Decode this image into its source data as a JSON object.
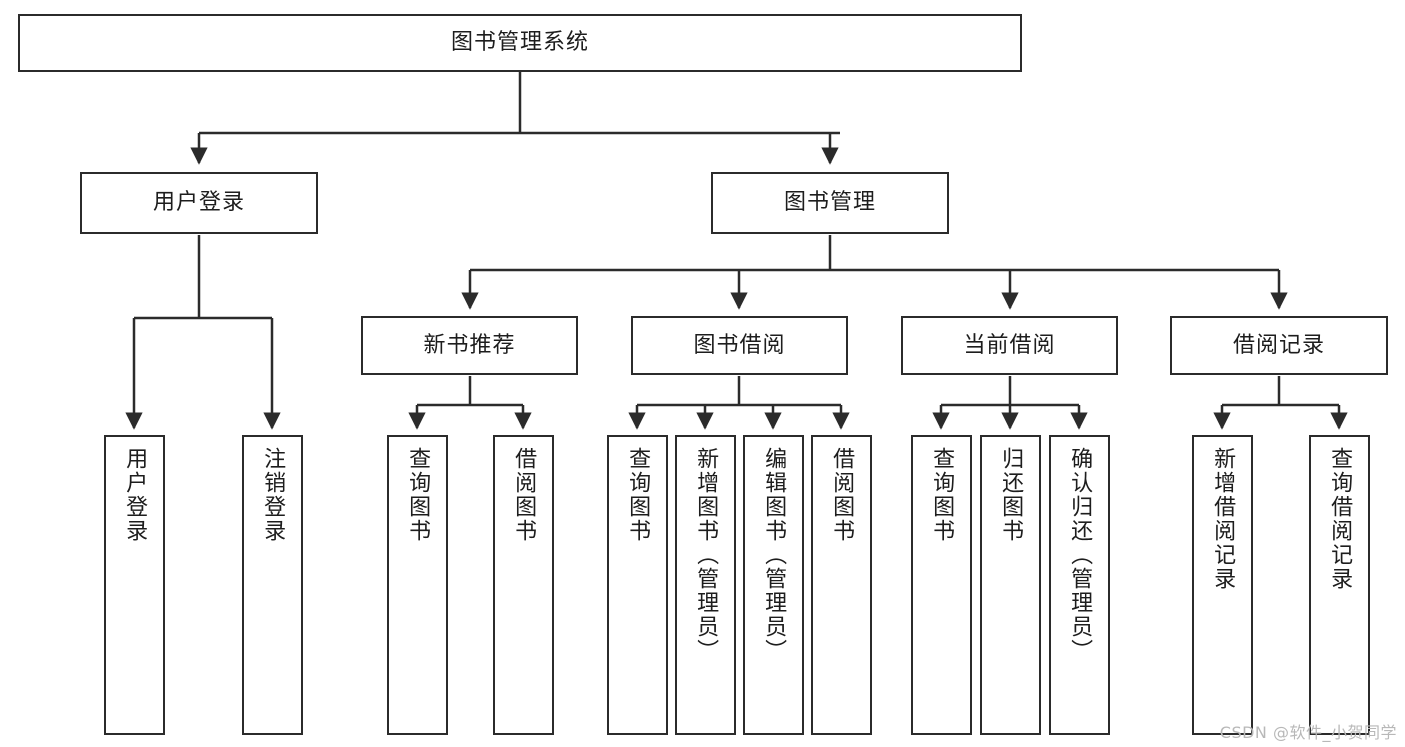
{
  "diagram": {
    "title": "图书管理系统",
    "type": "tree",
    "orientation": "top-down",
    "colors": {
      "box_border": "#2b2b2b",
      "box_fill": "#ffffff",
      "edge": "#2b2b2b",
      "text": "#1d1d1d",
      "watermark": "#b8b8b8",
      "background": "#ffffff"
    },
    "watermark": "CSDN @软件_小贺同学",
    "nodes": {
      "root": {
        "label": "图书管理系统"
      },
      "level2": [
        {
          "label": "用户登录"
        },
        {
          "label": "图书管理"
        }
      ],
      "level3": [
        {
          "label": "新书推荐"
        },
        {
          "label": "图书借阅"
        },
        {
          "label": "当前借阅"
        },
        {
          "label": "借阅记录"
        }
      ],
      "leaves": {
        "user_login": [
          {
            "label": "用户登录"
          },
          {
            "label": "注销登录"
          }
        ],
        "new_book_recommend": [
          {
            "label": "查询图书"
          },
          {
            "label": "借阅图书"
          }
        ],
        "book_borrow": [
          {
            "label": "查询图书"
          },
          {
            "label": "新增图书（管理员）"
          },
          {
            "label": "编辑图书（管理员）"
          },
          {
            "label": "借阅图书"
          }
        ],
        "current_borrow": [
          {
            "label": "查询图书"
          },
          {
            "label": "归还图书"
          },
          {
            "label": "确认归还（管理员）"
          }
        ],
        "borrow_record": [
          {
            "label": "新增借阅记录"
          },
          {
            "label": "查询借阅记录"
          }
        ]
      }
    },
    "edges": [
      {
        "from": "图书管理系统",
        "to": "用户登录"
      },
      {
        "from": "图书管理系统",
        "to": "图书管理"
      },
      {
        "from": "用户登录",
        "to": "用户登录"
      },
      {
        "from": "用户登录",
        "to": "注销登录"
      },
      {
        "from": "图书管理",
        "to": "新书推荐"
      },
      {
        "from": "图书管理",
        "to": "图书借阅"
      },
      {
        "from": "图书管理",
        "to": "当前借阅"
      },
      {
        "from": "图书管理",
        "to": "借阅记录"
      },
      {
        "from": "新书推荐",
        "to": "查询图书"
      },
      {
        "from": "新书推荐",
        "to": "借阅图书"
      },
      {
        "from": "图书借阅",
        "to": "查询图书"
      },
      {
        "from": "图书借阅",
        "to": "新增图书（管理员）"
      },
      {
        "from": "图书借阅",
        "to": "编辑图书（管理员）"
      },
      {
        "from": "图书借阅",
        "to": "借阅图书"
      },
      {
        "from": "当前借阅",
        "to": "查询图书"
      },
      {
        "from": "当前借阅",
        "to": "归还图书"
      },
      {
        "from": "当前借阅",
        "to": "确认归还（管理员）"
      },
      {
        "from": "借阅记录",
        "to": "新增借阅记录"
      },
      {
        "from": "借阅记录",
        "to": "查询借阅记录"
      }
    ]
  }
}
